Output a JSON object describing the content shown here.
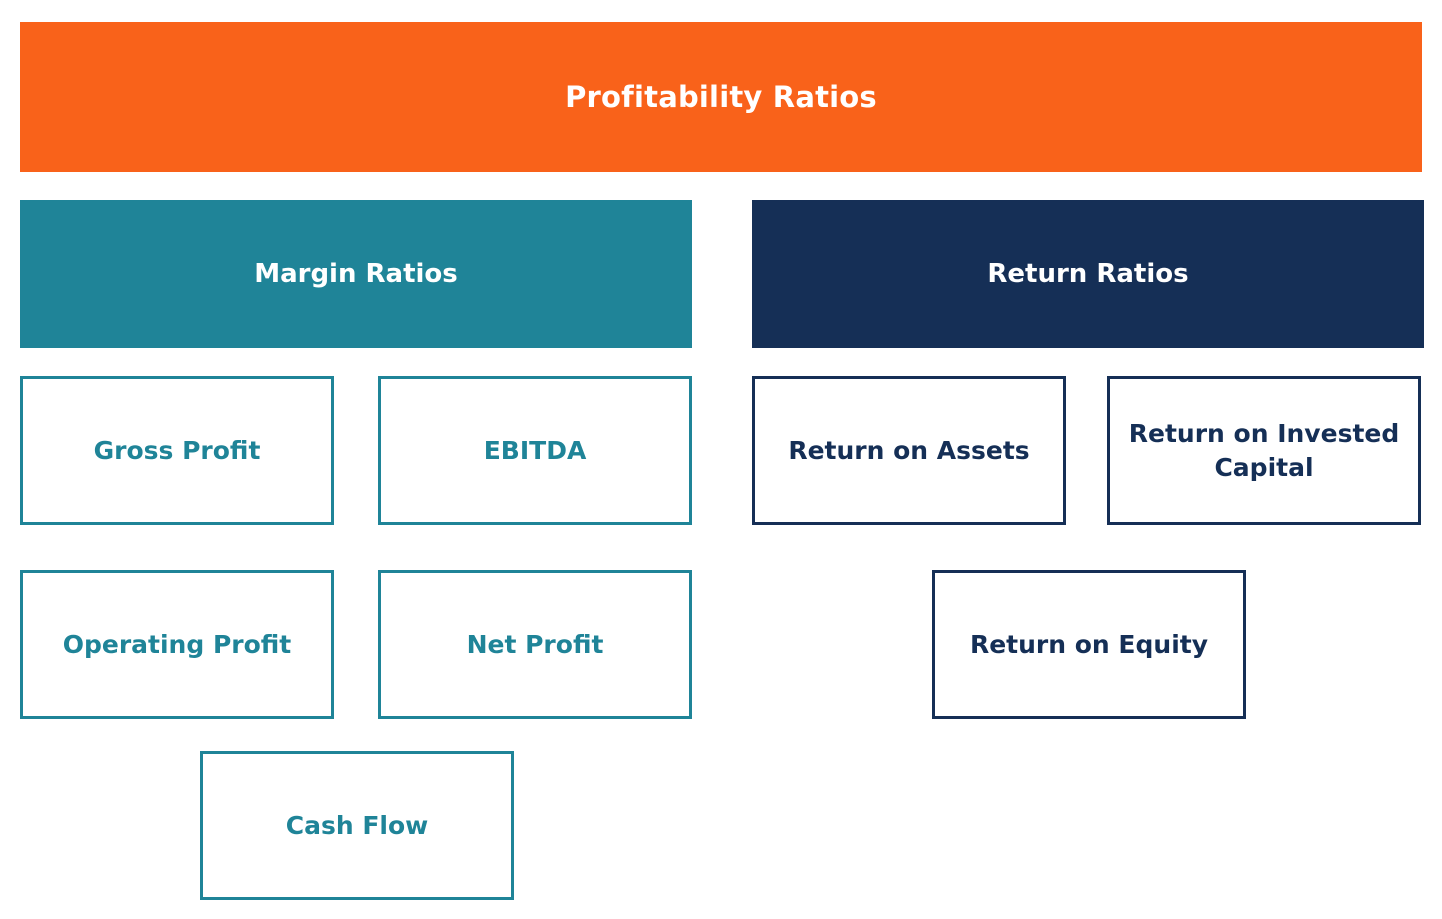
{
  "title": "Profitability Ratios",
  "colors": {
    "orange": "#F9621A",
    "teal": "#1F8498",
    "navy": "#152F56",
    "box_background": "#FFFFFF",
    "header_text": "#FFFFFF"
  },
  "margin_group": {
    "label": "Margin Ratios",
    "items": {
      "gross_profit": "Gross Profit",
      "ebitda": "EBITDA",
      "operating_profit": "Operating Profit",
      "net_profit": "Net Profit",
      "cash_flow": "Cash Flow"
    }
  },
  "return_group": {
    "label": "Return Ratios",
    "items": {
      "return_on_assets": "Return on Assets",
      "return_on_invested_capital": "Return on Invested Capital",
      "return_on_equity": "Return on Equity"
    }
  }
}
